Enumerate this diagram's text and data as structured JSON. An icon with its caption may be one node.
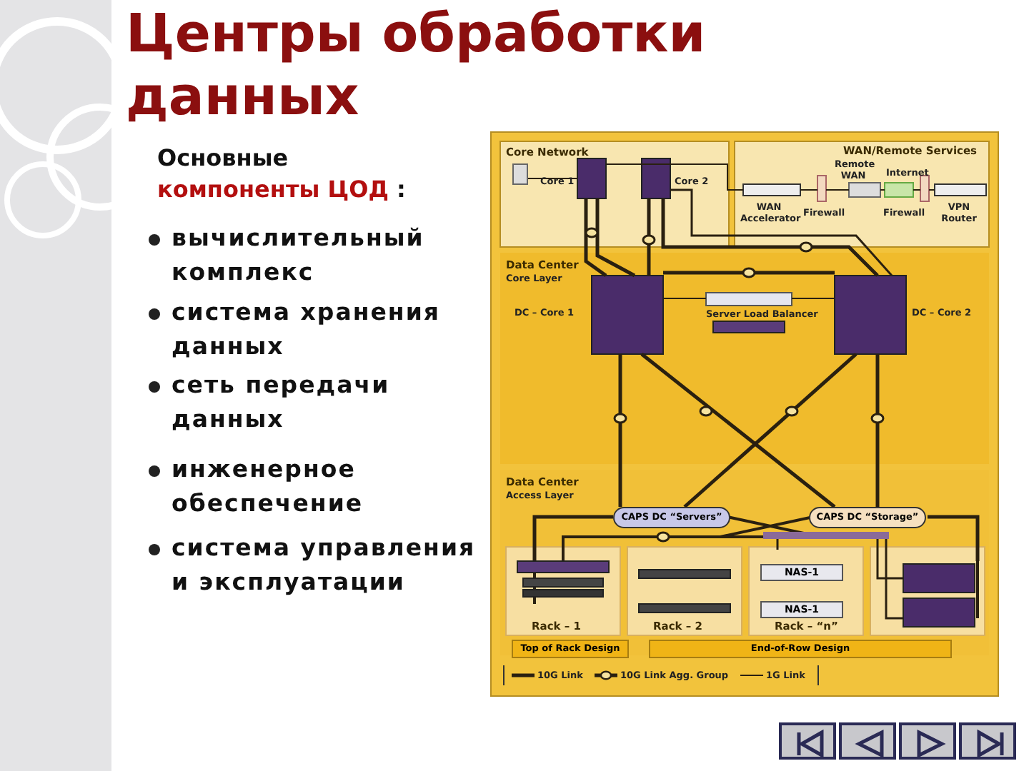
{
  "diagram": {
    "title": "Центры обработки данных",
    "labels": [
      "Основные",
      "компоненты ЦОД",
      ":",
      "вычислительный комплекс",
      "система хранения данных",
      "сеть передачи данных",
      "инженерное обеспечение",
      "система управления и эксплуатации",
      "Core Network",
      "WAN/Remote Services",
      "Core 1",
      "Core 2",
      "Remote WAN",
      "Internet",
      "WAN Accelerator",
      "Firewall",
      "Firewall",
      "VPN Router",
      "Data Center",
      "Core Layer",
      "DC – Core 1",
      "Server Load Balancer",
      "DC – Core 2",
      "Data Center",
      "Access Layer",
      "CAPS DC “Servers”",
      "CAPS DC “Storage”",
      "NAS-1",
      "NAS-1",
      "Rack – 1",
      "Rack – 2",
      "Rack – “n”",
      "Top of Rack Design",
      "End-of-Row Design"
    ],
    "legend": [
      {
        "text": "10G Link"
      },
      {
        "text": "10G Link Agg. Group"
      },
      {
        "text": "1G Link"
      }
    ]
  }
}
